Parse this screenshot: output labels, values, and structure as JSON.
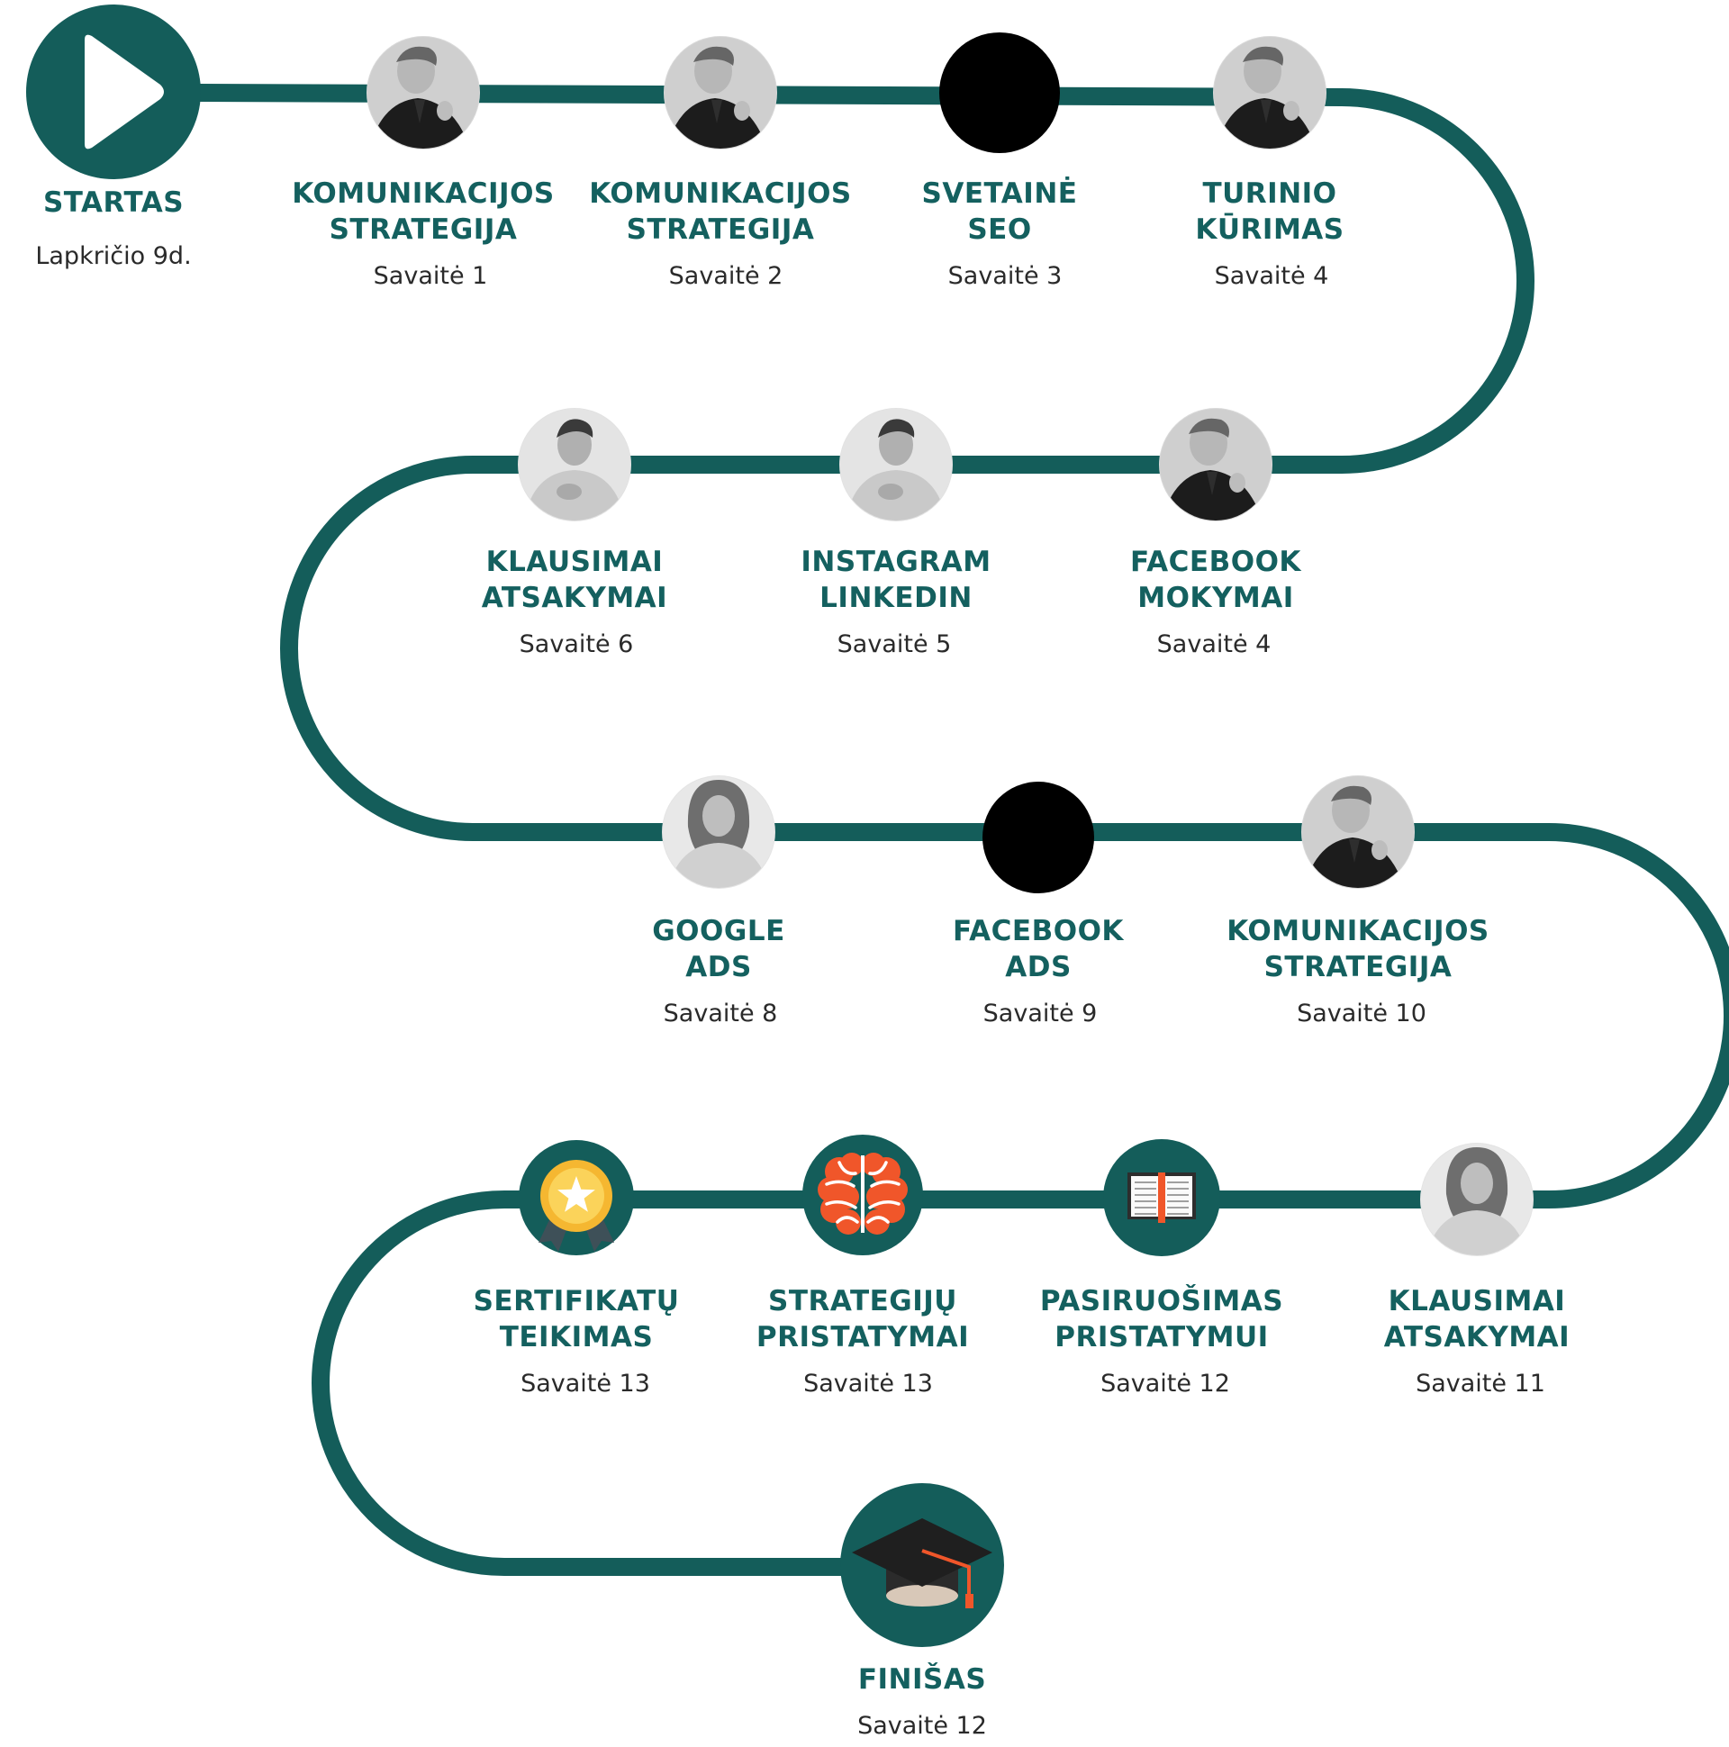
{
  "colors": {
    "path": "#145d5a",
    "title": "#14605f",
    "text": "#2a2a2a",
    "node": "#145d5a",
    "dark_node": "#000000",
    "accent": "#f0562a",
    "medal": "#f5b731"
  },
  "steps": [
    {
      "id": "start",
      "title": [
        "STARTAS"
      ],
      "sub": "Lapkričio 9d.",
      "icon": "play-icon"
    },
    {
      "id": "s1",
      "title": [
        "KOMUNIKACIJOS",
        "STRATEGIJA"
      ],
      "sub": "Savaitė 1",
      "icon": "avatar-man-black-shirt"
    },
    {
      "id": "s2",
      "title": [
        "KOMUNIKACIJOS",
        "STRATEGIJA"
      ],
      "sub": "Savaitė 2",
      "icon": "avatar-man-black-shirt"
    },
    {
      "id": "s3",
      "title": [
        "SVETAINĖ",
        "SEO"
      ],
      "sub": "Savaitė 3",
      "icon": "blank-dark-circle"
    },
    {
      "id": "s4",
      "title": [
        "TURINIO",
        "KŪRIMAS"
      ],
      "sub": "Savaitė 4",
      "icon": "avatar-man-black-shirt"
    },
    {
      "id": "s5",
      "title": [
        "FACEBOOK",
        "MOKYMAI"
      ],
      "sub": "Savaitė 4",
      "icon": "avatar-man-black-shirt"
    },
    {
      "id": "s6",
      "title": [
        "INSTAGRAM",
        "LINKEDIN"
      ],
      "sub": "Savaitė 5",
      "icon": "avatar-man-sweater"
    },
    {
      "id": "s7",
      "title": [
        "KLAUSIMAI",
        "ATSAKYMAI"
      ],
      "sub": "Savaitė 6",
      "icon": "avatar-man-sweater"
    },
    {
      "id": "s8",
      "title": [
        "GOOGLE",
        "ADS"
      ],
      "sub": "Savaitė 8",
      "icon": "avatar-woman"
    },
    {
      "id": "s9",
      "title": [
        "FACEBOOK",
        "ADS"
      ],
      "sub": "Savaitė 9",
      "icon": "blank-dark-circle"
    },
    {
      "id": "s10",
      "title": [
        "KOMUNIKACIJOS",
        "STRATEGIJA"
      ],
      "sub": "Savaitė 10",
      "icon": "avatar-man-black-shirt"
    },
    {
      "id": "s11",
      "title": [
        "KLAUSIMAI",
        "ATSAKYMAI"
      ],
      "sub": "Savaitė 11",
      "icon": "avatar-woman"
    },
    {
      "id": "s12",
      "title": [
        "PASIRUOŠIMAS",
        "PRISTATYMUI"
      ],
      "sub": "Savaitė 12",
      "icon": "open-book-icon"
    },
    {
      "id": "s13",
      "title": [
        "STRATEGIJŲ",
        "PRISTATYMAI"
      ],
      "sub": "Savaitė 13",
      "icon": "brain-icon"
    },
    {
      "id": "s14",
      "title": [
        "SERTIFIKATŲ",
        "TEIKIMAS"
      ],
      "sub": "Savaitė 13",
      "icon": "medal-icon"
    },
    {
      "id": "finish",
      "title": [
        "FINIŠAS"
      ],
      "sub": "Savaitė 12",
      "icon": "graduation-cap-icon"
    }
  ]
}
